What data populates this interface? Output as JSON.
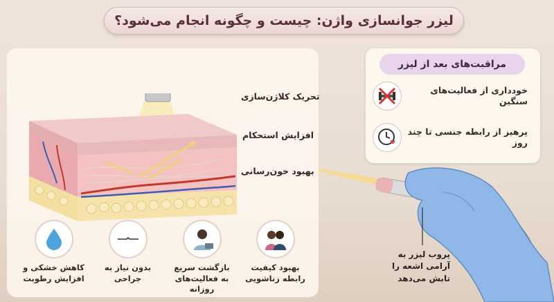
{
  "title": "لیزر جوانسازی واژن: چیست و چگونه انجام می‌شود؟",
  "annotations": {
    "collagen": "تحریک کلاژن‌سازی",
    "firmness": "افزایش استحکام",
    "circulation": "بهبود خون‌رسانی"
  },
  "care": {
    "title": "مراقبت‌های بعد از لیزر",
    "items": [
      {
        "text": "خودداری از فعالیت‌های سنگین",
        "icon": "no-heavy-lifting-icon"
      },
      {
        "text": "پرهیز از رابطه جنسی تا چند روز",
        "icon": "clock-heart-icon"
      }
    ]
  },
  "probe_caption": "پروب لیزر به آرامی اشعه را تابش می‌دهد",
  "benefits": [
    {
      "text": "کاهش خشکی و افزایش رطوبت",
      "icon": "water-drop-icon"
    },
    {
      "text": "بدون نیاز به جراحی",
      "icon": "no-incision-icon"
    },
    {
      "text": "بازگشت سریع به فعالیت‌های روزانه",
      "icon": "woman-laptop-icon"
    },
    {
      "text": "بهبود کیفیت رابطه زناشویی",
      "icon": "couple-icon"
    }
  ],
  "colors": {
    "title_text": "#5a2f3a",
    "care_title_bg": "#e8d5ec",
    "laser_beam": "#f7d98a",
    "glove": "#8fb8e8"
  }
}
